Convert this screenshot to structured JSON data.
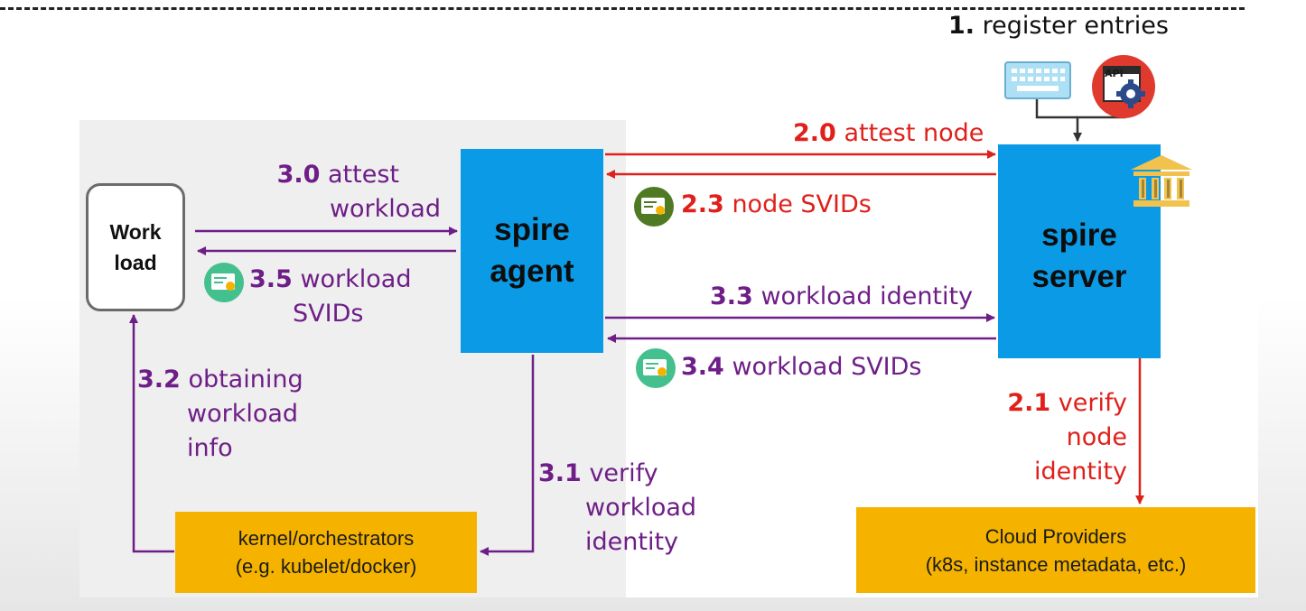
{
  "nodes": {
    "workload": {
      "line1": "Work",
      "line2": "load"
    },
    "agent": {
      "line1": "spire",
      "line2": "agent"
    },
    "server": {
      "line1": "spire",
      "line2": "server"
    },
    "kernel": {
      "line1": "kernel/orchestrators",
      "line2": "(e.g. kubelet/docker)"
    },
    "cloud": {
      "line1": "Cloud Providers",
      "line2": "(k8s, instance metadata, etc.)"
    }
  },
  "steps": {
    "s1": {
      "num": "1.",
      "text": "register entries"
    },
    "s20": {
      "num": "2.0",
      "text": "attest node"
    },
    "s23": {
      "num": "2.3",
      "text": "node SVIDs"
    },
    "s21": {
      "num": "2.1",
      "line1": "verify",
      "line2": "node",
      "line3": "identity"
    },
    "s30": {
      "num": "3.0",
      "line1": "attest",
      "line2": "workload"
    },
    "s35": {
      "num": "3.5",
      "line1": "workload",
      "line2": "SVIDs"
    },
    "s33": {
      "num": "3.3",
      "text": "workload identity"
    },
    "s34": {
      "num": "3.4",
      "text": "workload SVIDs"
    },
    "s32": {
      "num": "3.2",
      "line1": "obtaining",
      "line2": "workload",
      "line3": "info"
    },
    "s31": {
      "num": "3.1",
      "line1": "verify",
      "line2": "workload",
      "line3": "identity"
    }
  },
  "icons": {
    "api_badge": "API",
    "keyboard": "keyboard-icon",
    "bank": "bank-icon",
    "certificate": "certificate-icon"
  },
  "colors": {
    "purple": "#6e1e87",
    "red": "#e0201b",
    "blue": "#0b9be6",
    "orange": "#f5b300"
  }
}
